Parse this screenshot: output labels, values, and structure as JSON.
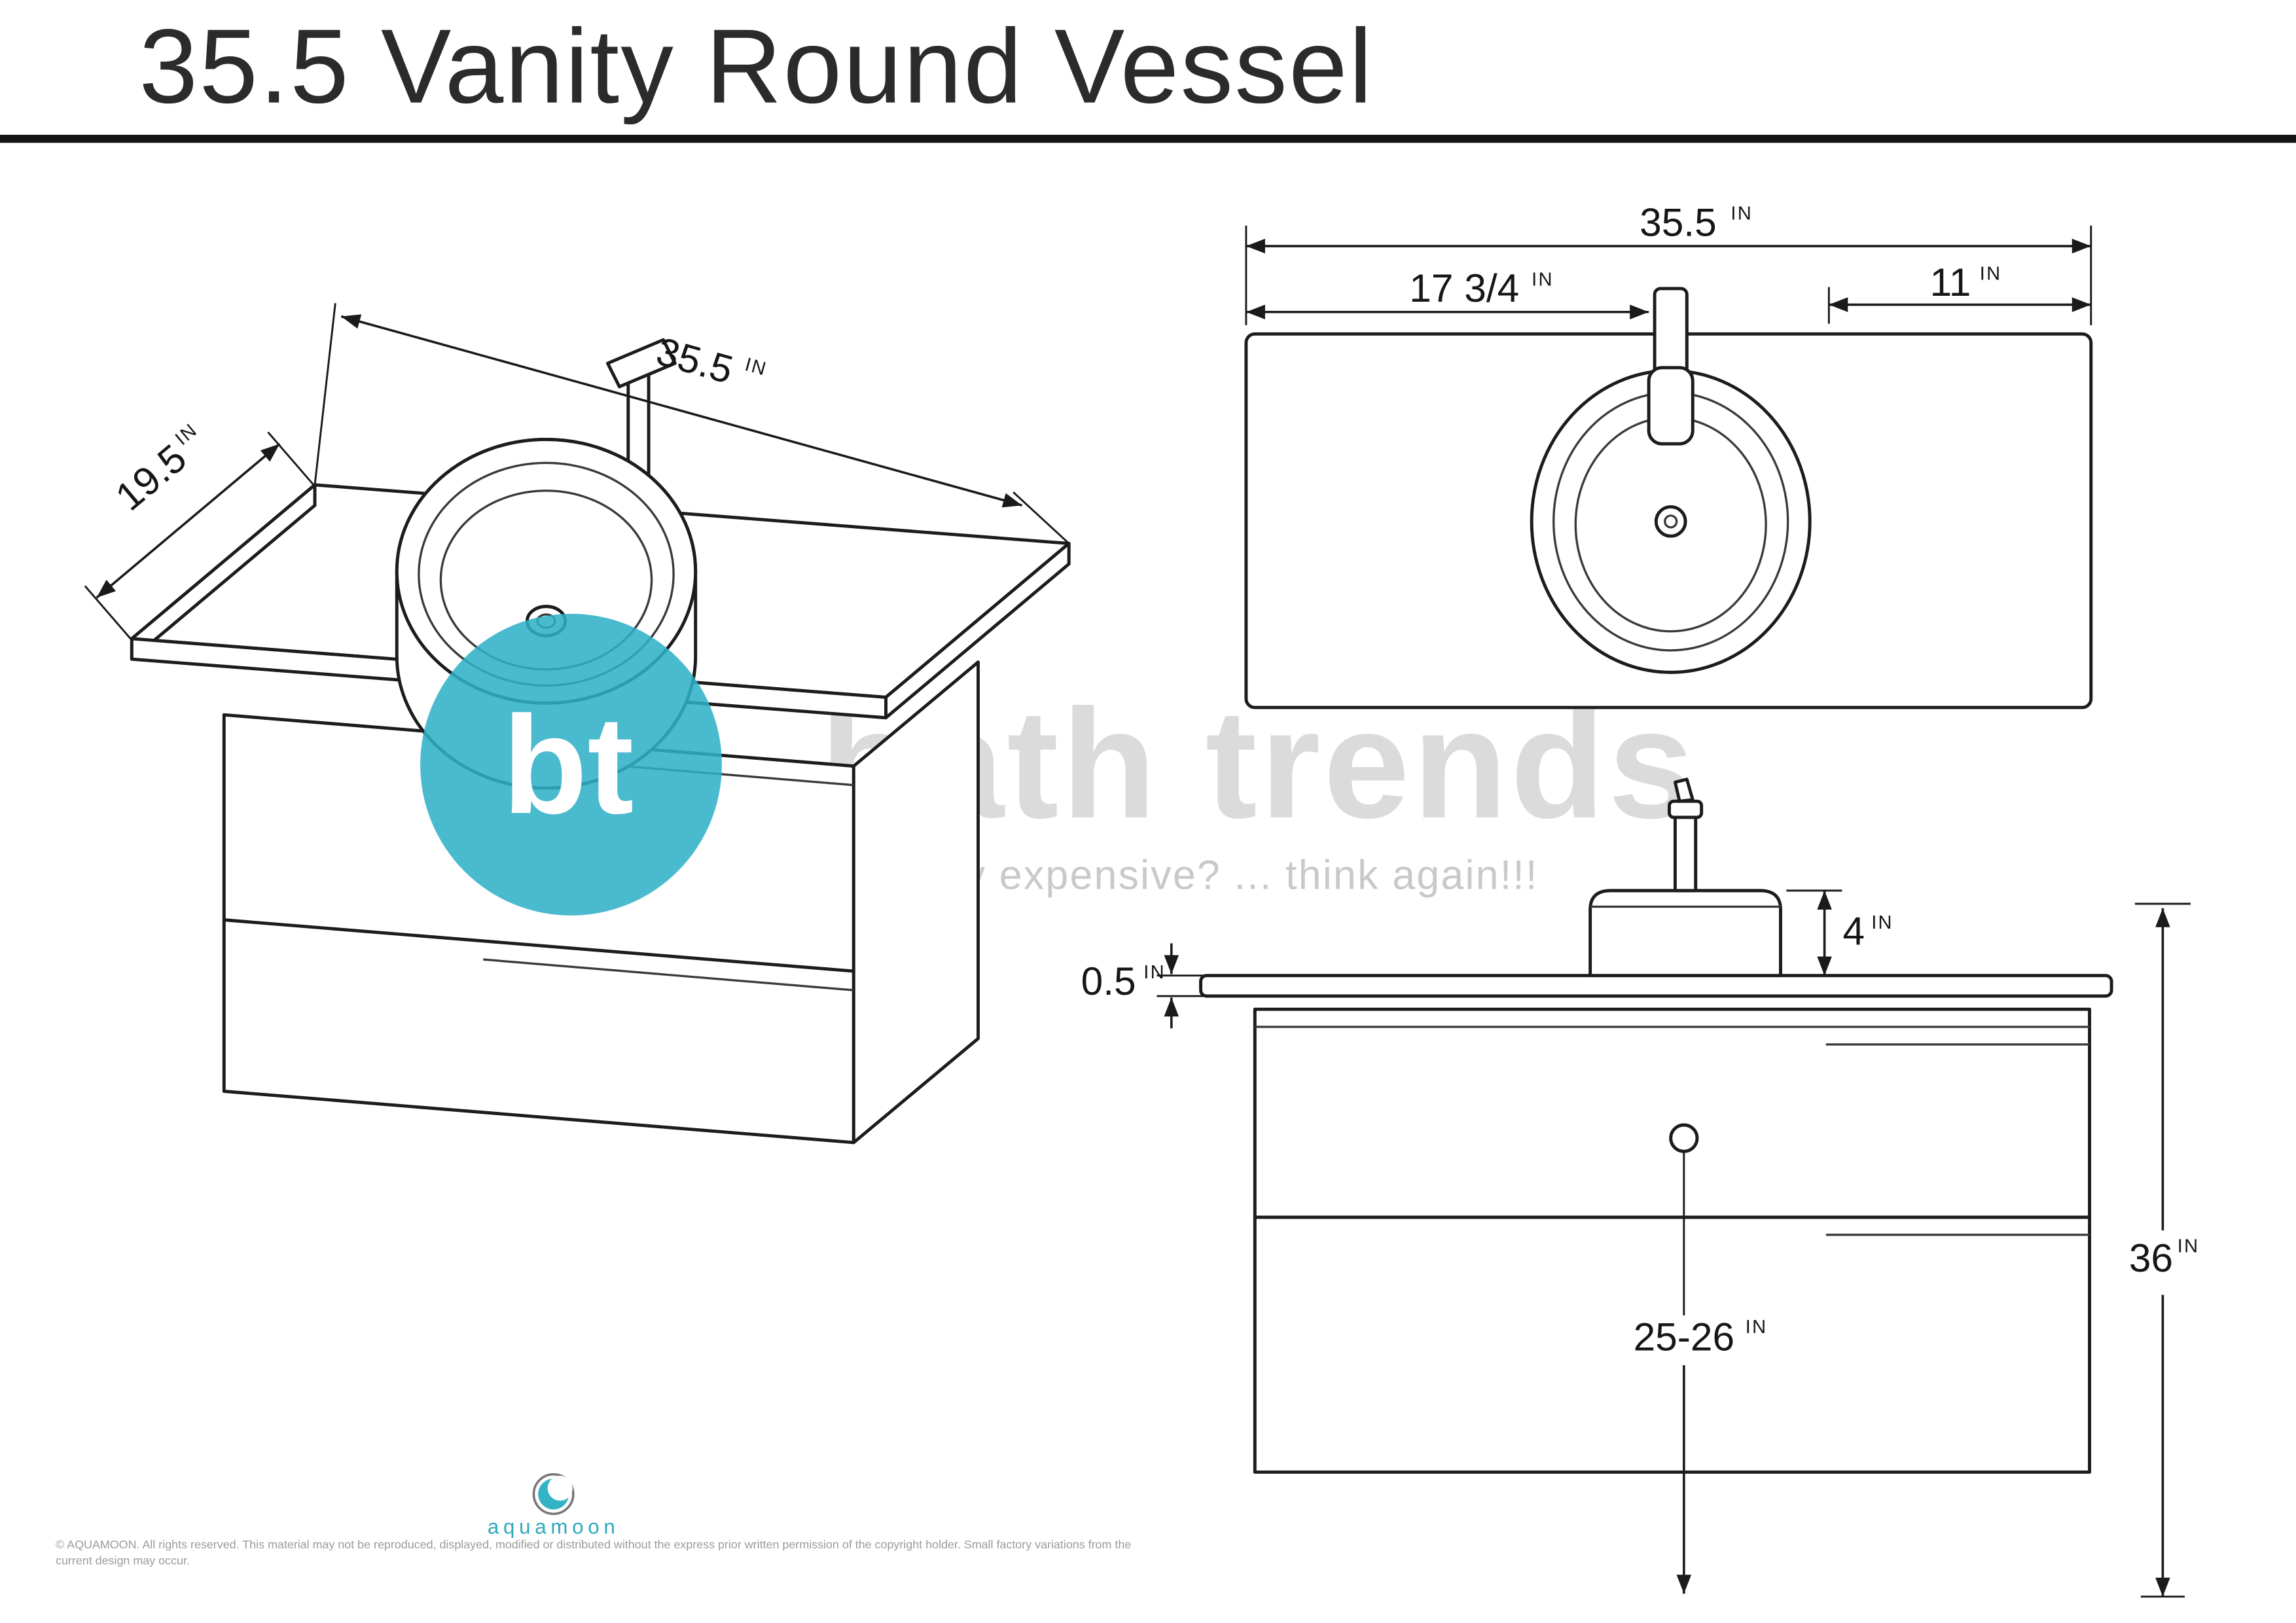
{
  "title": "35.5 Vanity Round Vessel",
  "unit_label": "IN",
  "iso_view": {
    "depth": "19.5",
    "width": "35.5"
  },
  "top_view": {
    "width": "35.5",
    "faucet_center_offset": "17 3/4",
    "side_offset": "11"
  },
  "front_view": {
    "counter_thickness": "0.5",
    "vessel_height": "4",
    "overall_height": "36",
    "drain_rough_in": "25-26"
  },
  "watermark": {
    "logo_initials": "bt",
    "brand": "bath trends",
    "tagline": "is luxury expensive? ... think again!!!",
    "accent_color": "#2fb0c7"
  },
  "footer": {
    "logo_text": "aquamoon",
    "fine_print_line1": "© AQUAMOON. All rights reserved. This material may not be reproduced, displayed, modified or distributed without the express prior written permission of the copyright holder. Small factory variations from the",
    "fine_print_line2": "current design may occur."
  }
}
